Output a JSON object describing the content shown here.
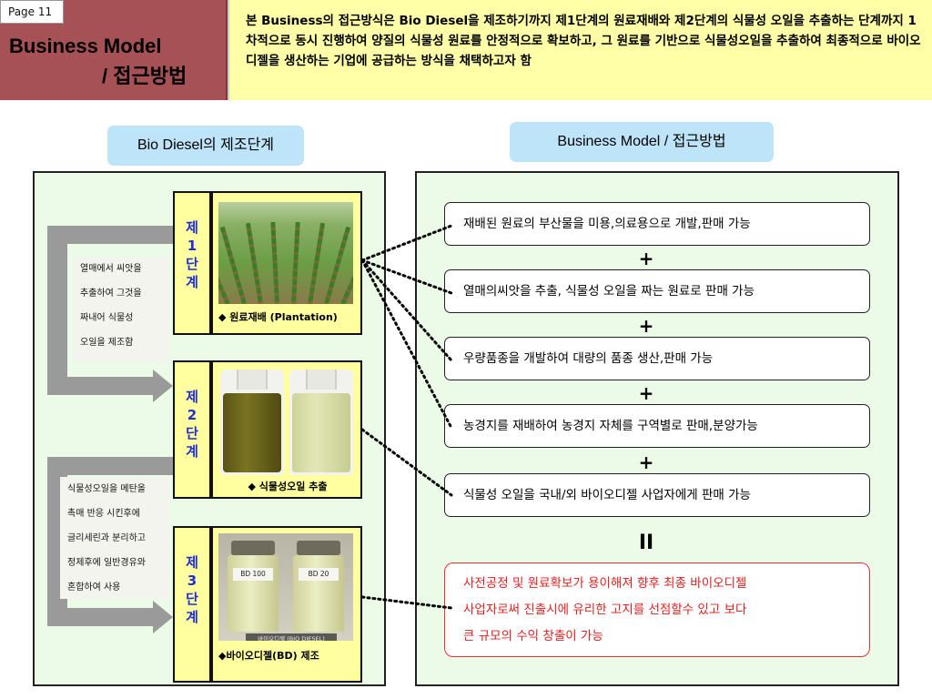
{
  "header": {
    "page_label": "Page 11",
    "title_line1": "Business Model",
    "title_line2": "/ 접근방법",
    "description": "본 Business의 접근방식은 Bio Diesel을 제조하기까지 제1단계의 원료재배와 제2단계의 식물성 오일을 추출하는 단계까지 1차적으로 동시 진행하여 양질의 식물성 원료를 안정적으로 확보하고, 그 원료를 기반으로 식물성오일을 추출하여 최종적으로 바이오 디젤을 생산하는 기업에 공급하는 방식을 채택하고자 함"
  },
  "left": {
    "heading": "Bio Diesel의 제조단계",
    "note_1": [
      "열매에서 씨앗을",
      "추출하여 그것을",
      "짜내어 식물성",
      "오일을 제조함"
    ],
    "note_2": [
      "식물성오일을 메탄올",
      "촉매 반응 시킨후에",
      "글리세린과 분리하고",
      "정제후에 일반경유와",
      "혼합하여 사용"
    ],
    "stages": [
      {
        "chars": [
          "제",
          "1",
          "단",
          "계"
        ],
        "caption": "◆ 원료재배 (Plantation)"
      },
      {
        "chars": [
          "제",
          "2",
          "단",
          "계"
        ],
        "caption": "◆ 식물성오일 추출"
      },
      {
        "chars": [
          "제",
          "3",
          "단",
          "계"
        ],
        "caption": "◆바이오디젤(BD) 제조"
      }
    ],
    "vial_labels": [
      "BD 100",
      "BD 20"
    ],
    "vial_tag": "바이오디젤 (BIO DIESEL)"
  },
  "right": {
    "heading": "Business Model / 접근방법",
    "items": [
      "재배된 원료의 부산물을 미용,의료용으로 개발,판매 가능",
      "열매의씨앗을 추출, 식물성 오일을 짜는 원료로 판매 가능",
      "우량품종을 개발하여 대량의 품종 생산,판매 가능",
      "농경지를 재배하여 농경지 자체를 구역별로 판매,분양가능",
      "식물성 오일을 국내/외 바이오디젤 사업자에게 판매 가능"
    ],
    "plus_sign": "+",
    "equal_sign": "II",
    "result": [
      "사전공정 및 원료확보가 용이해져 향후 최종 바이오디젤",
      "사업자로써 진출시에 유리한 고지를 선점할수 있고 보다",
      "큰 규모의 수익 창출이 가능"
    ]
  }
}
